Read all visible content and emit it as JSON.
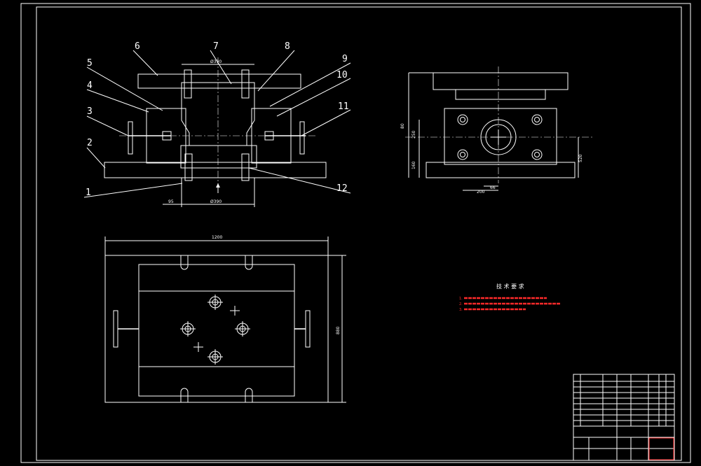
{
  "callouts": [
    "1",
    "2",
    "3",
    "4",
    "5",
    "6",
    "7",
    "8",
    "9",
    "10",
    "11",
    "12"
  ],
  "dimensions": {
    "front_top": "Ø390",
    "front_bottom": "Ø390",
    "front_left": "95",
    "side_height": "250",
    "side_low": "160",
    "side_right": "520",
    "side_bottom_a": "200",
    "side_bottom_b": "66",
    "side_left": "80",
    "plan_width": "1200",
    "plan_height": "880"
  },
  "tech_req": {
    "title": "技 术 要 求",
    "items": [
      "1.",
      "2.",
      "3."
    ]
  },
  "title_block": {
    "cells": [
      "",
      "",
      "",
      "",
      "",
      ""
    ]
  },
  "colors": {
    "background": "#000000",
    "line": "#ffffff",
    "accent": "#ffff00",
    "note": "#ff2a2a"
  }
}
